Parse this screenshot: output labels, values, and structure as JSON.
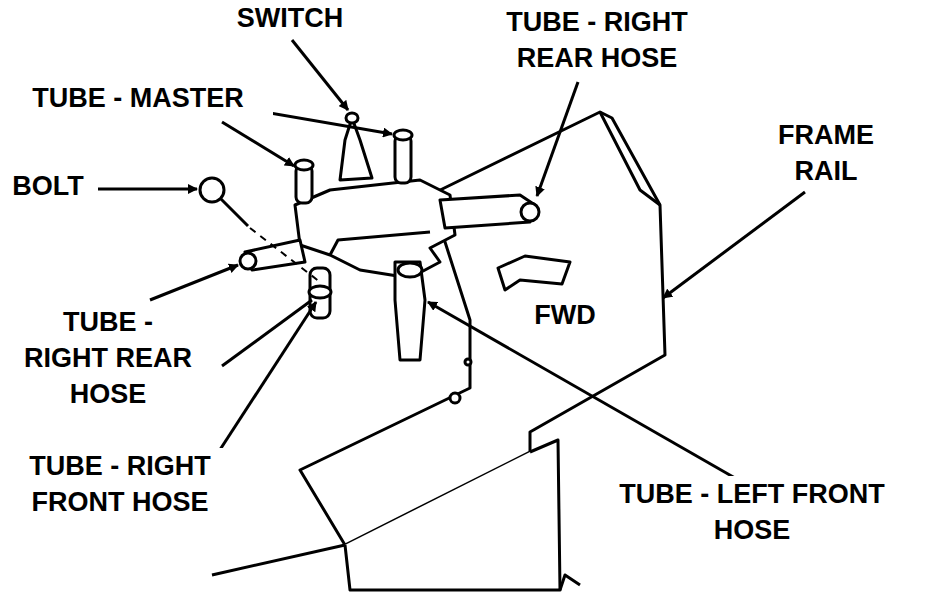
{
  "diagram": {
    "labels": [
      "SWITCH",
      "TUBE - RIGHT REAR HOSE",
      "TUBE - MASTER",
      "FRAME RAIL",
      "BOLT",
      "FWD",
      "TUBE - RIGHT REAR HOSE",
      "TUBE - RIGHT FRONT HOSE",
      "TUBE - LEFT FRONT HOSE"
    ]
  }
}
